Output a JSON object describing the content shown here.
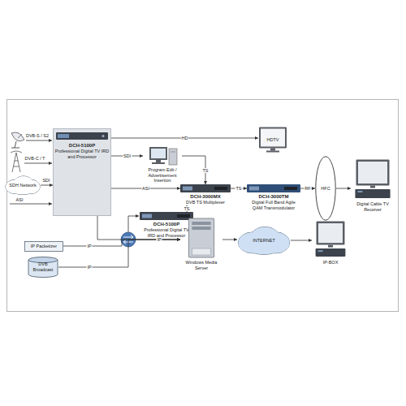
{
  "diagram": {
    "nodes": [
      {
        "text": [
          "DCH-5100P",
          "Professional Digital TV IRD and Processor"
        ]
      },
      {
        "text": [
          "SDH Network"
        ]
      },
      {
        "text": [
          "HDTV"
        ]
      },
      {
        "text": [
          "Program Edit / Advertisement Insertion"
        ]
      },
      {
        "text": [
          "DCH-3000MX",
          "DVB TS Multiplexer"
        ]
      },
      {
        "text": [
          "DCH-3000TM",
          "Digital Full Band Agile QAM Transmodulator"
        ]
      },
      {
        "text": [
          "HFC"
        ]
      },
      {
        "text": [
          "Digital Cable TV Receiver"
        ]
      },
      {
        "text": [
          "DCH-5100P",
          "Professional Digital TV IRD and Processor"
        ]
      },
      {
        "text": [
          "IP Packetizer"
        ]
      },
      {
        "text": [
          "DVB Broadcast"
        ]
      },
      {
        "text": [
          "Windows Media Server"
        ]
      },
      {
        "text": [
          "INTERNET"
        ]
      },
      {
        "text": [
          "IP-BOX"
        ]
      }
    ],
    "edges": [
      {
        "from": 1,
        "to": 0,
        "label": "SDI",
        "arrow": "to"
      },
      {
        "from": 0,
        "to": 2,
        "label": "HD",
        "arrow": "to"
      },
      {
        "from": 0,
        "to": 3,
        "label": "SDI",
        "arrow": "to"
      },
      {
        "from": 0,
        "to": 4,
        "label": "ASI",
        "arrow": "to"
      },
      {
        "from": 3,
        "to": 4,
        "label": "TS",
        "arrow": "to"
      },
      {
        "from": 8,
        "to": 4,
        "label": "TS",
        "arrow": "to"
      },
      {
        "from": 4,
        "to": 5,
        "label": "TS",
        "arrow": "to"
      },
      {
        "from": 5,
        "to": 6,
        "label": "RF",
        "arrow": "to"
      },
      {
        "from": 6,
        "to": 7,
        "arrow": "to"
      },
      {
        "from": 0,
        "to": 11,
        "label": "IP",
        "arrow": "to"
      },
      {
        "from": 9,
        "to": 11,
        "label": "IP",
        "arrow": "to"
      },
      {
        "from": 10,
        "to": 11,
        "label": "IP",
        "arrow": "to"
      },
      {
        "from": 11,
        "to": 12,
        "arrow": "to"
      },
      {
        "from": 12,
        "to": 13,
        "arrow": "to"
      }
    ],
    "labels": [
      "DVB-S / S2",
      "DVB-C / T",
      "ASI"
    ]
  }
}
